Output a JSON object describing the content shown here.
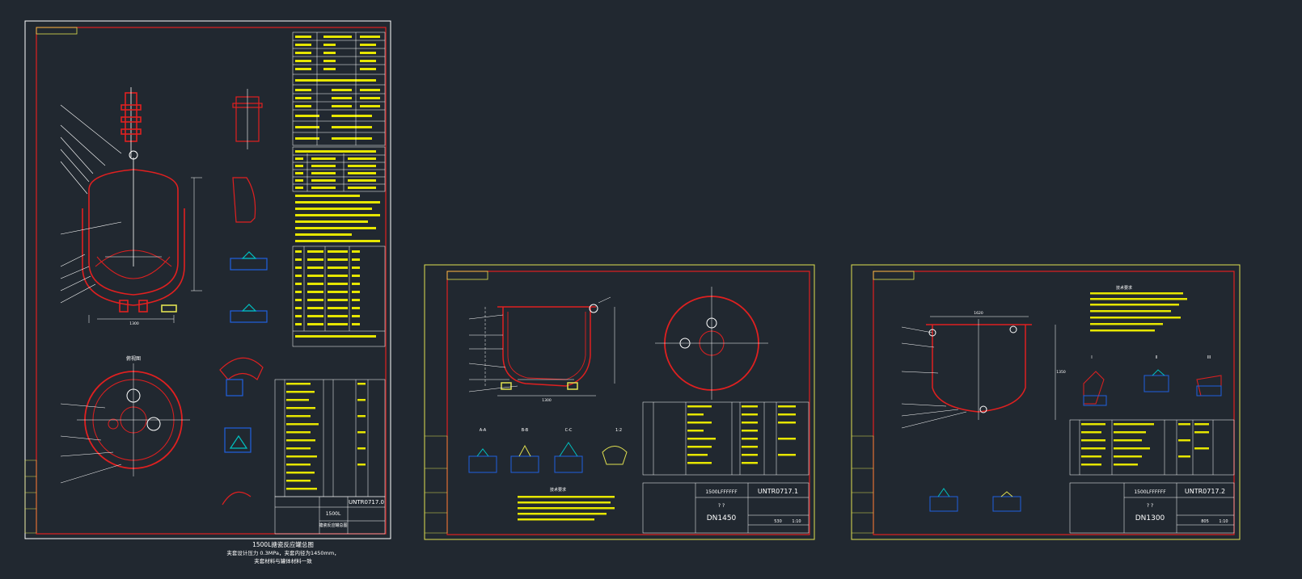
{
  "canvas": {
    "background": "#212830"
  },
  "colors": {
    "frame": "#e0e050",
    "border": "#e02020",
    "line": "#ffffff",
    "table_fill": "#e6e600",
    "hatch": "#2060e0",
    "weld": "#00c0c0"
  },
  "sheet1": {
    "caption_lines": [
      "1500L搪瓷反应罐总图",
      "夹套设计压力 0.3MPa，夹套内径为1450mm，",
      "夹套材料与罐体材料一致"
    ],
    "title_block": {
      "drawing_no": "UNTR0717.0",
      "title": "1500L",
      "subtitle": "搪瓷反应罐总图"
    },
    "view_label": "俯视图"
  },
  "sheet2": {
    "title_block": {
      "spec": "1500LFFFFFF",
      "drawing_no": "UNTR0717.1",
      "part": "DN1450",
      "scale": "1:10",
      "sheet": "? ?",
      "weight": "530"
    },
    "notes_title": "技术要求",
    "detail_labels": [
      "A-A",
      "B-B",
      "C-C",
      "1:2"
    ]
  },
  "sheet3": {
    "title_block": {
      "spec": "1500LFFFFFF",
      "drawing_no": "UNTR0717.2",
      "part": "DN1300",
      "scale": "1:10",
      "sheet": "? ?",
      "weight": "805"
    },
    "notes_title": "技术要求",
    "detail_labels": [
      "I",
      "II",
      "III"
    ]
  },
  "dims": {
    "d1": "1620",
    "d2": "1350",
    "d3": "1300",
    "d4": "1300"
  }
}
